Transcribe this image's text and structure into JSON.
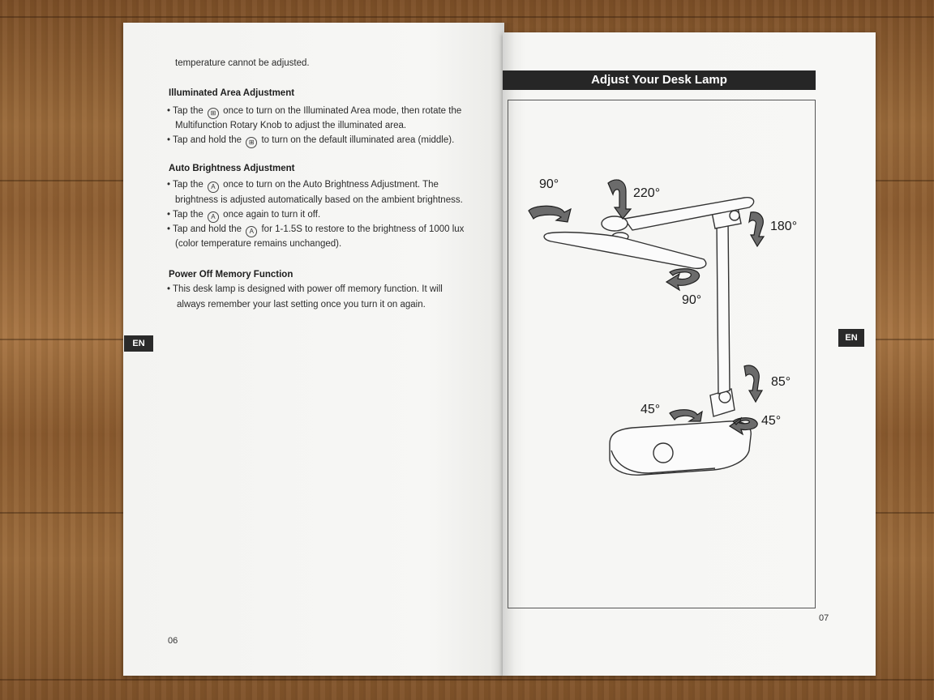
{
  "left_page": {
    "continuation": "temperature cannot be adjusted.",
    "sections": [
      {
        "heading": "Illuminated Area Adjustment",
        "lines": [
          {
            "text_a": "Tap the",
            "icon": "area-icon",
            "text_b": "once to turn on the Illuminated Area mode, then rotate the"
          },
          {
            "text": "Multifunction Rotary Knob to adjust the illuminated area."
          },
          {
            "text_a": "Tap and hold the",
            "icon": "area-icon",
            "text_b": "to turn on the default illuminated area (middle)."
          }
        ]
      },
      {
        "heading": "Auto Brightness Adjustment",
        "lines": [
          {
            "text_a": "Tap the",
            "icon": "auto-icon",
            "text_b": "once to turn on the Auto Brightness Adjustment. The"
          },
          {
            "text": "brightness is adjusted automatically based on the ambient brightness."
          },
          {
            "text_a": "Tap the",
            "icon": "auto-icon",
            "text_b": "once again to turn it off."
          },
          {
            "text_a": "Tap and hold the",
            "icon": "auto-icon",
            "text_b": "for 1-1.5S to restore to the brightness of 1000 lux"
          },
          {
            "text": "(color temperature remains unchanged)."
          }
        ]
      },
      {
        "heading": "Power Off Memory Function",
        "lines": [
          {
            "text": "This desk lamp is designed with power off memory function. It will"
          },
          {
            "text": "always remember your last setting once you turn it on again."
          }
        ]
      }
    ],
    "bullet": "•",
    "tab_label": "EN",
    "page_number": "06",
    "icon_glyphs": {
      "area-icon": "⊞",
      "auto-icon": "A"
    }
  },
  "right_page": {
    "title": "Adjust Your Desk Lamp",
    "tab_label": "EN",
    "page_number": "07",
    "angles": {
      "head_swivel": "90°",
      "head_tilt": "220°",
      "arm_tilt": "180°",
      "head_turn": "90°",
      "base_tilt": "85°",
      "base_left": "45°",
      "base_right": "45°"
    }
  }
}
